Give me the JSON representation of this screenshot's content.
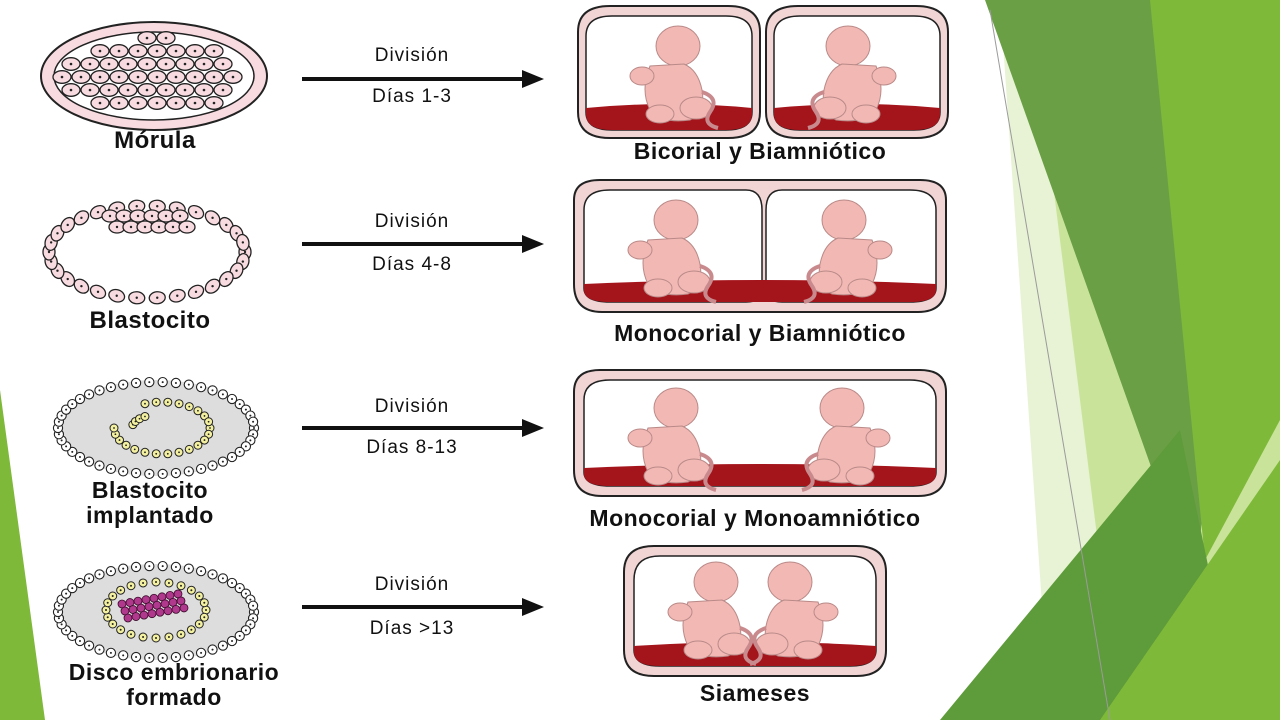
{
  "colors": {
    "green_dark": "#5e9b3a",
    "green_mid": "#7fb93a",
    "green_light": "#c9e49a",
    "green_pale": "#e7f3d4",
    "cell_fill": "#f7dbe0",
    "cell_stroke": "#222222",
    "yolk": "#f3f0a0",
    "embryo_disc": "#b0398d",
    "fetus": "#f2b8b4",
    "placenta": "#a3141b",
    "membrane": "#f1d4d4"
  },
  "rows": [
    {
      "stage": "Mórula",
      "division": "División",
      "days": "Días 1-3",
      "result": "Bicorial y Biamniótico"
    },
    {
      "stage": "Blastocito",
      "division": "División",
      "days": "Días 4-8",
      "result": "Monocorial y Biamniótico"
    },
    {
      "stage": "Blastocito implantado",
      "stage_lines": [
        "Blastocito",
        "implantado"
      ],
      "division": "División",
      "days": "Días 8-13",
      "result": "Monocorial y Monoamniótico"
    },
    {
      "stage": "Disco embrionario formado",
      "stage_lines": [
        "Disco embrionario",
        "formado"
      ],
      "division": "División",
      "days": "Días >13",
      "result": "Siameses"
    }
  ],
  "icons": {
    "arrow": "right-arrow-icon",
    "fetus": "fetus-icon"
  }
}
